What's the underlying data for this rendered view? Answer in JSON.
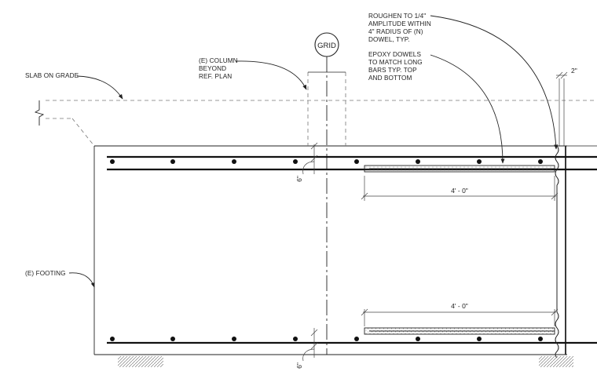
{
  "labels": {
    "slab_on_grade": "SLAB ON GRADE",
    "column": [
      "(E) COLUMN",
      "BEYOND",
      "REF. PLAN"
    ],
    "roughen": [
      "ROUGHEN TO 1/4\"",
      "AMPLITUDE WITHIN",
      "4\" RADIUS OF (N)",
      "DOWEL, TYP."
    ],
    "epoxy": [
      "EPOXY DOWELS",
      "TO MATCH LONG",
      "BARS TYP. TOP",
      "AND BOTTOM"
    ],
    "footing": "(E) FOOTING",
    "grid": "GRID"
  },
  "dimensions": {
    "top_dowel_length": "4' - 0\"",
    "bottom_dowel_length": "4' - 0\"",
    "top_cover": "6\"",
    "bottom_cover": "6\"",
    "right_gap": "2\""
  }
}
